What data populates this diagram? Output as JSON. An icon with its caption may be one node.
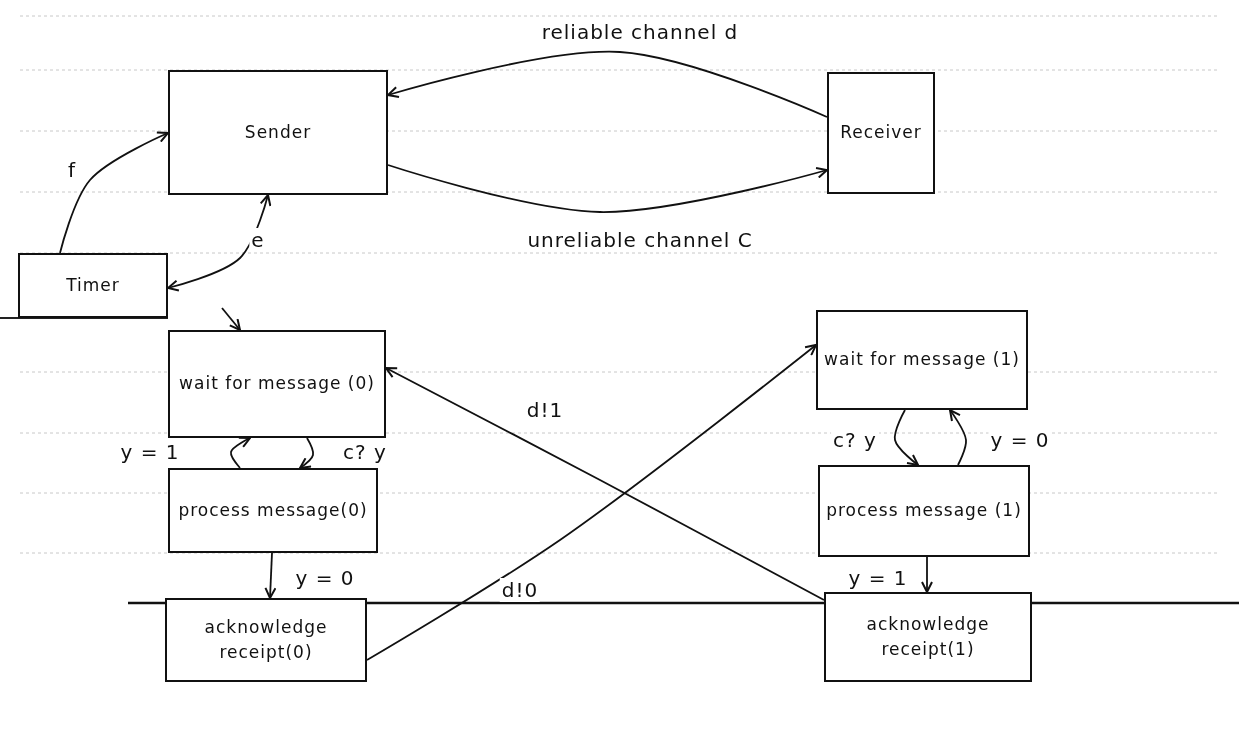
{
  "diagram": {
    "nodes": [
      {
        "text": [
          "Sender"
        ]
      },
      {
        "text": [
          "Receiver"
        ]
      },
      {
        "text": [
          "Timer"
        ]
      },
      {
        "text": [
          "wait for message (0)"
        ]
      },
      {
        "text": [
          "process message(0)"
        ]
      },
      {
        "text": [
          "acknowledge receipt(0)"
        ]
      },
      {
        "text": [
          "wait for message (1)"
        ]
      },
      {
        "text": [
          "process message (1)"
        ]
      },
      {
        "text": [
          "acknowledge receipt(1)"
        ]
      }
    ],
    "edges": [
      {
        "from": 1,
        "to": 0,
        "arrow": "to",
        "label": "reliable channel d"
      },
      {
        "from": 0,
        "to": 1,
        "arrow": "to",
        "label": "unreliable channel C"
      },
      {
        "from": 2,
        "to": 0,
        "arrow": "to",
        "label": "f"
      },
      {
        "from": 0,
        "to": 2,
        "arrow": "both",
        "label": "e"
      },
      {
        "from": null,
        "to": 3,
        "arrow": "to"
      },
      {
        "from": 3,
        "to": 4,
        "arrow": "to",
        "label": "c? y"
      },
      {
        "from": 4,
        "to": 3,
        "arrow": "to",
        "label": "y = 1"
      },
      {
        "from": 4,
        "to": 5,
        "arrow": "to",
        "label": "y = 0"
      },
      {
        "from": 5,
        "to": 6,
        "arrow": "to",
        "label": "d!0"
      },
      {
        "from": 8,
        "to": 3,
        "arrow": "to",
        "label": "d!1"
      },
      {
        "from": 6,
        "to": 7,
        "arrow": "to",
        "label": "c? y"
      },
      {
        "from": 7,
        "to": 6,
        "arrow": "to",
        "label": "y = 0"
      },
      {
        "from": 7,
        "to": 8,
        "arrow": "to",
        "label": "y = 1"
      }
    ]
  }
}
